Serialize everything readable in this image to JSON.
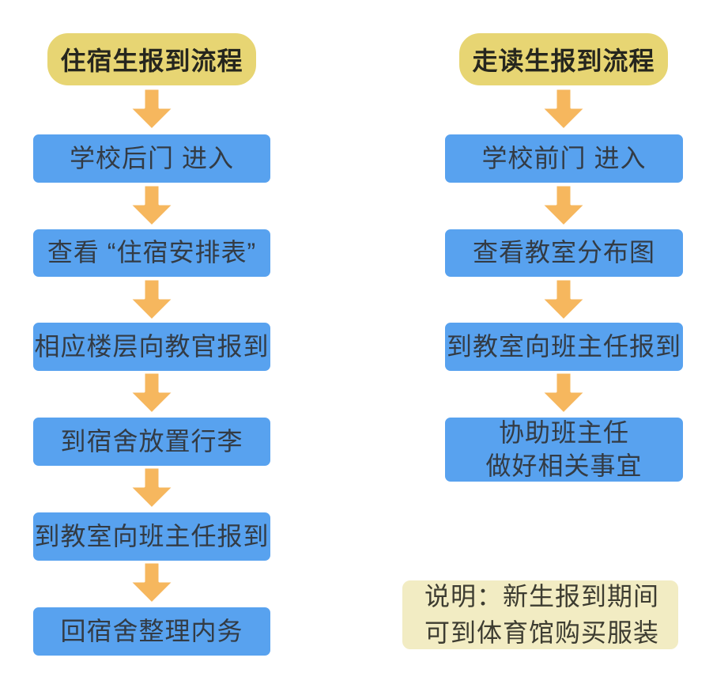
{
  "colors": {
    "header_fill": "#e7d573",
    "header_text": "#26261e",
    "box_fill": "#58a2ef",
    "box_text": "#333b44",
    "arrow_fill": "#f6b75e",
    "note_fill": "#f2ecc3",
    "note_text": "#3d3c31",
    "outline": "#ffffff"
  },
  "columns": [
    {
      "id": "boarding",
      "header": "住宿生报到流程",
      "steps": [
        "学校后门 进入",
        "查看 “住宿安排表”",
        "相应楼层向教官报到",
        "到宿舍放置行李",
        "到教室向班主任报到",
        "回宿舍整理内务"
      ]
    },
    {
      "id": "day-student",
      "header": "走读生报到流程",
      "steps": [
        "学校前门 进入",
        "查看教室分布图",
        "到教室向班主任报到",
        {
          "line1": "协助班主任",
          "line2": "做好相关事宜"
        }
      ]
    }
  ],
  "note": {
    "line1": "说明：新生报到期间",
    "line2": "可到体育馆购买服装"
  }
}
